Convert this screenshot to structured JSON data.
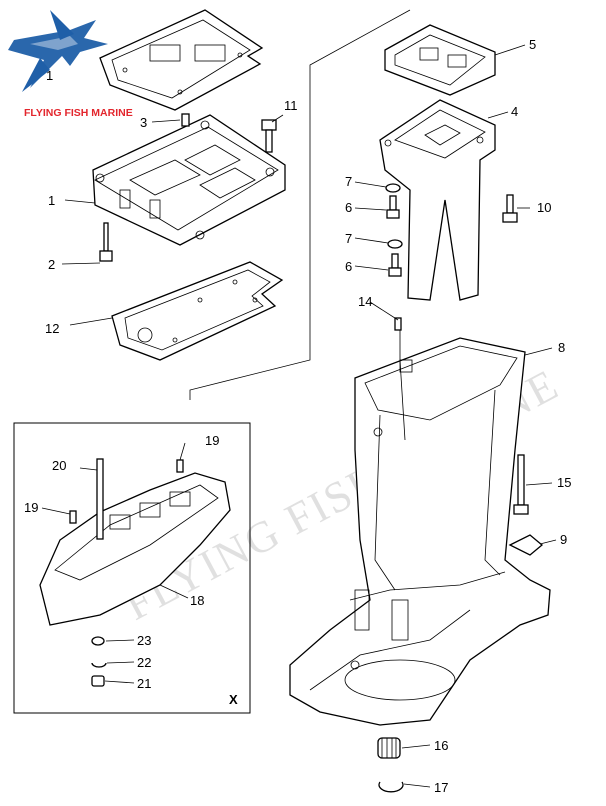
{
  "logo": {
    "text": "FLYING FISH MARINE",
    "brand_colors": {
      "fish": "#1f5fa8",
      "text": "#e3262d"
    },
    "icon": "flying-fish-icon"
  },
  "watermark": {
    "text": "FLYING FISH MARINE"
  },
  "callouts": {
    "c1": "1",
    "c1_hidden": "1",
    "c2": "2",
    "c3": "3",
    "c4": "4",
    "c5": "5",
    "c6a": "6",
    "c6b": "6",
    "c7a": "7",
    "c7b": "7",
    "c8": "8",
    "c9": "9",
    "c10": "10",
    "c11": "11",
    "c12": "12",
    "c14": "14",
    "c15": "15",
    "c16": "16",
    "c17": "17",
    "c18": "18",
    "c19a": "19",
    "c19b": "19",
    "c20": "20",
    "c21": "21",
    "c22": "22",
    "c23": "23"
  },
  "inset": {
    "mark": "X"
  }
}
